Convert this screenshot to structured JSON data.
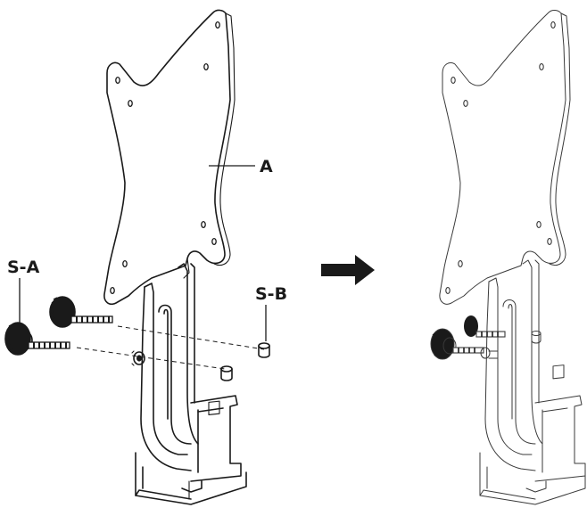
{
  "labels": {
    "plate": "A",
    "thumb_screws": "S-A",
    "spacers": "S-B"
  },
  "colors": {
    "line": "#1a1a1a",
    "background": "#ffffff",
    "arrow": "#1a1a1a"
  },
  "icons": {
    "step_arrow": "arrow-right-icon"
  }
}
